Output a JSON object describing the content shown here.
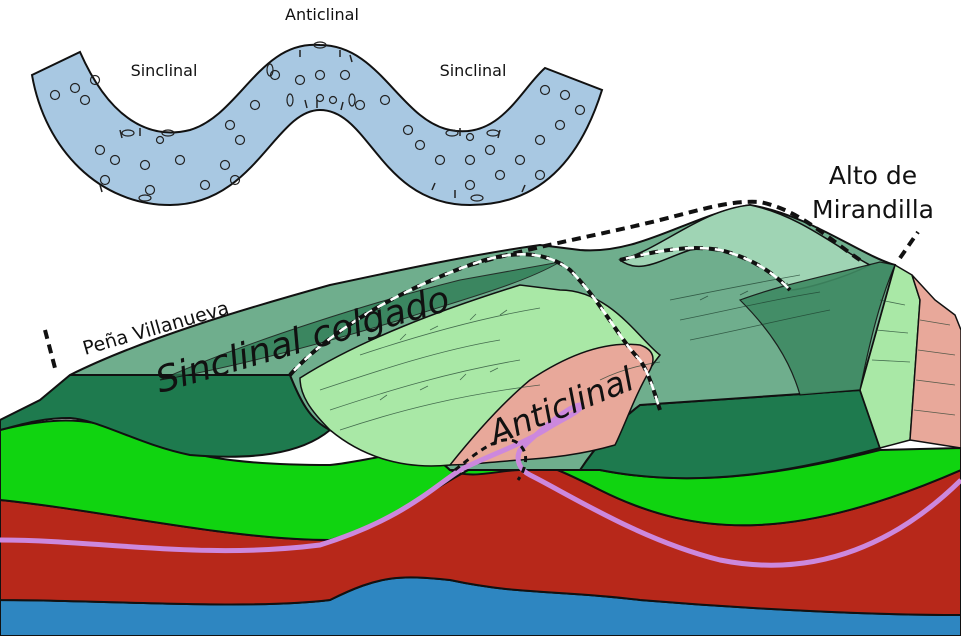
{
  "fold_schematic": {
    "labels": {
      "anticline": "Anticlinal",
      "syncline_left": "Sinclinal",
      "syncline_right": "Sinclinal"
    },
    "fill_color": "#a8c8e2"
  },
  "block_diagram": {
    "labels": {
      "pena": "Peña Villanueva",
      "alto_line1": "Alto de",
      "alto_line2": "Mirandilla",
      "sinclinal_colgado": "Sinclinal colgado",
      "anticlinal": "Anticlinal"
    },
    "colors": {
      "layer_blue": "#2e86c1",
      "layer_red": "#b7281a",
      "layer_green_bright": "#10d410",
      "layer_green_dark": "#1e7a4e",
      "surface_green": "#6fae8d",
      "surface_light_green": "#a9e8a6",
      "surface_pale_green": "#9fd4b4",
      "pink_core": "#e8a89a",
      "purple_horizon": "#cc88dd"
    }
  }
}
